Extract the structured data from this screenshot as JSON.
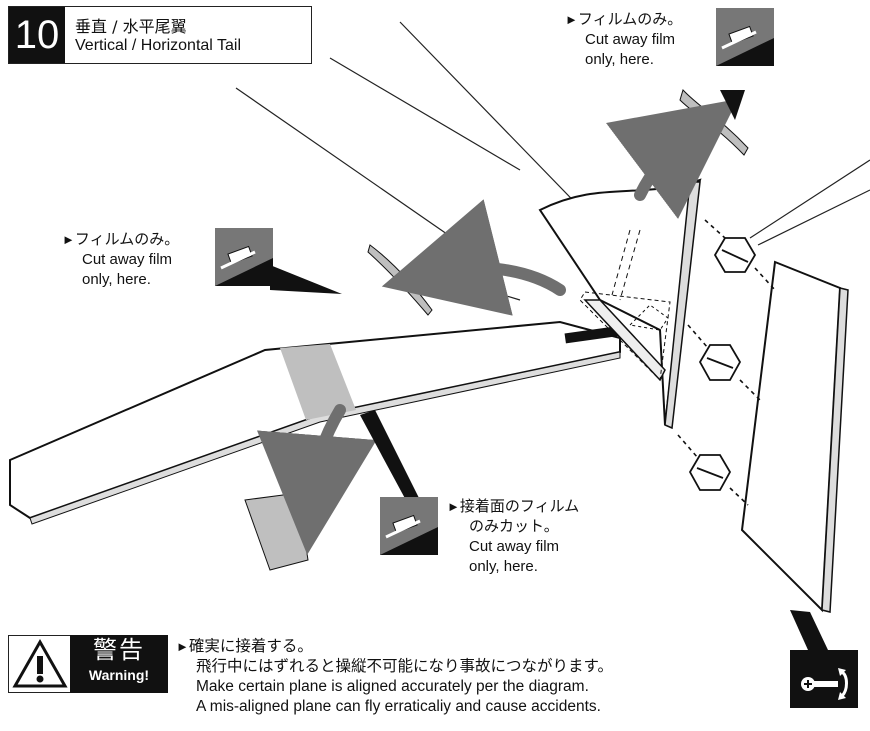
{
  "step": {
    "number": "10",
    "title_ja": "垂直 / 水平尾翼",
    "title_en": "Vertical / Horizontal Tail"
  },
  "notes": [
    {
      "id": "top-right",
      "line1": "フィルムのみ。",
      "line2": "Cut away film",
      "line3": "only, here."
    },
    {
      "id": "left",
      "line1": "フィルムのみ。",
      "line2": "Cut away film",
      "line3": "only, here."
    },
    {
      "id": "bottom",
      "line1": "接着面のフィルム",
      "line1b": "のみカット。",
      "line2": "Cut away film",
      "line3": "only, here."
    }
  ],
  "warning": {
    "label_ja": "警告",
    "label_en": "Warning!",
    "line1": "確実に接着する。",
    "line2": "飛行中にはずれると操縦不可能になり事故につながります。",
    "line3": "Make certain plane is aligned accurately per the diagram.",
    "line4": "A mis-aligned plane can fly erraticaliy and cause accidents."
  },
  "icons": {
    "cut_icon": "cutter-knife-icon",
    "warning_icon": "warning-triangle-icon",
    "hinge_icon": "hinge-rotate-icon"
  },
  "colors": {
    "ink": "#111111",
    "film_gray": "#bfbfbf",
    "arrow_gray": "#6f6f6f"
  }
}
